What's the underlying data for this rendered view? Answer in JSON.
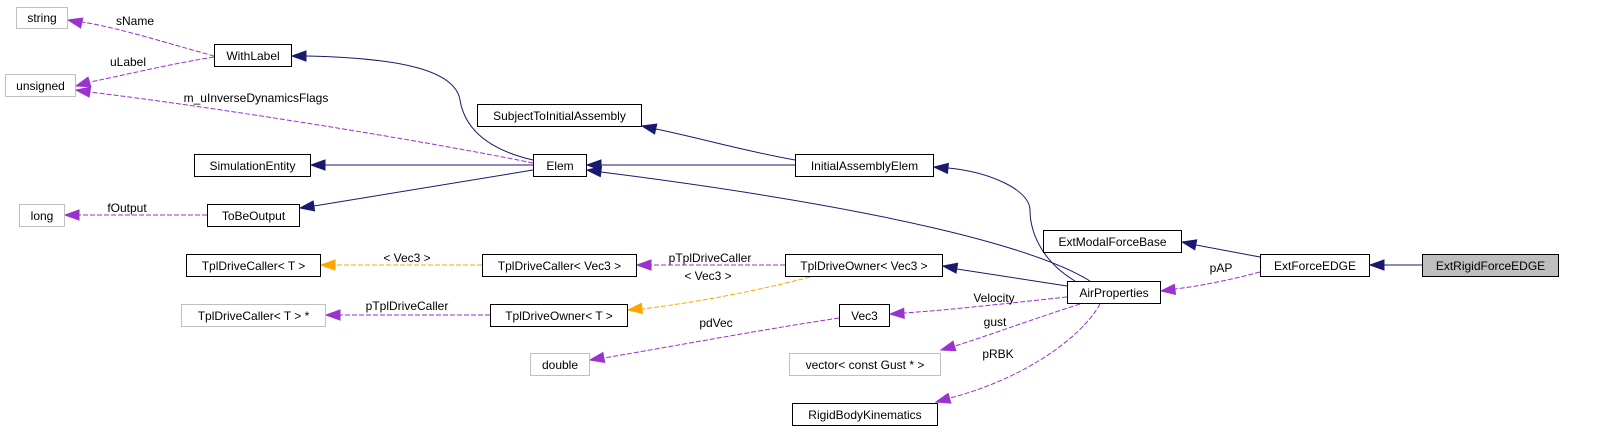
{
  "colors": {
    "inheritance": "#191970",
    "usage": "#9a32cd",
    "template": "#ffa500",
    "focus_fill": "#bfbfbf",
    "external_border": "#bfbfbf"
  },
  "nodes": {
    "string": "string",
    "unsigned": "unsigned",
    "long": "long",
    "withlabel": "WithLabel",
    "subjecttoinitialassembly": "SubjectToInitialAssembly",
    "simulationentity": "SimulationEntity",
    "tobeoutput": "ToBeOutput",
    "elem": "Elem",
    "initialassemblyelem": "InitialAssemblyElem",
    "extmodalforcebase": "ExtModalForceBase",
    "extforceedge": "ExtForceEDGE",
    "extrigidforceedge": "ExtRigidForceEDGE",
    "airproperties": "AirProperties",
    "tpldrivecaller_t": "TplDriveCaller< T >",
    "tpldrivecaller_vec3": "TplDriveCaller< Vec3 >",
    "tpldriveowner_vec3": "TplDriveOwner< Vec3 >",
    "tpldrivecaller_tptr": "TplDriveCaller< T > *",
    "tpldriveowner_t": "TplDriveOwner< T >",
    "vec3": "Vec3",
    "double": "double",
    "vector_gust": "vector< const Gust * >",
    "rigidbodykinematics": "RigidBodyKinematics"
  },
  "edge_labels": {
    "sname": "sName",
    "ulabel": "uLabel",
    "m_uinversedynamicsflags": "m_uInverseDynamicsFlags",
    "foutput": "fOutput",
    "vec3_template_1": "< Vec3 >",
    "ptpldrivecaller_1": "pTplDriveCaller",
    "vec3_template_2": "< Vec3 >",
    "ptpldrivecaller_2": "pTplDriveCaller",
    "pdvec": "pdVec",
    "velocity": "Velocity",
    "gust": "gust",
    "prbk": "pRBK",
    "pap": "pAP"
  }
}
